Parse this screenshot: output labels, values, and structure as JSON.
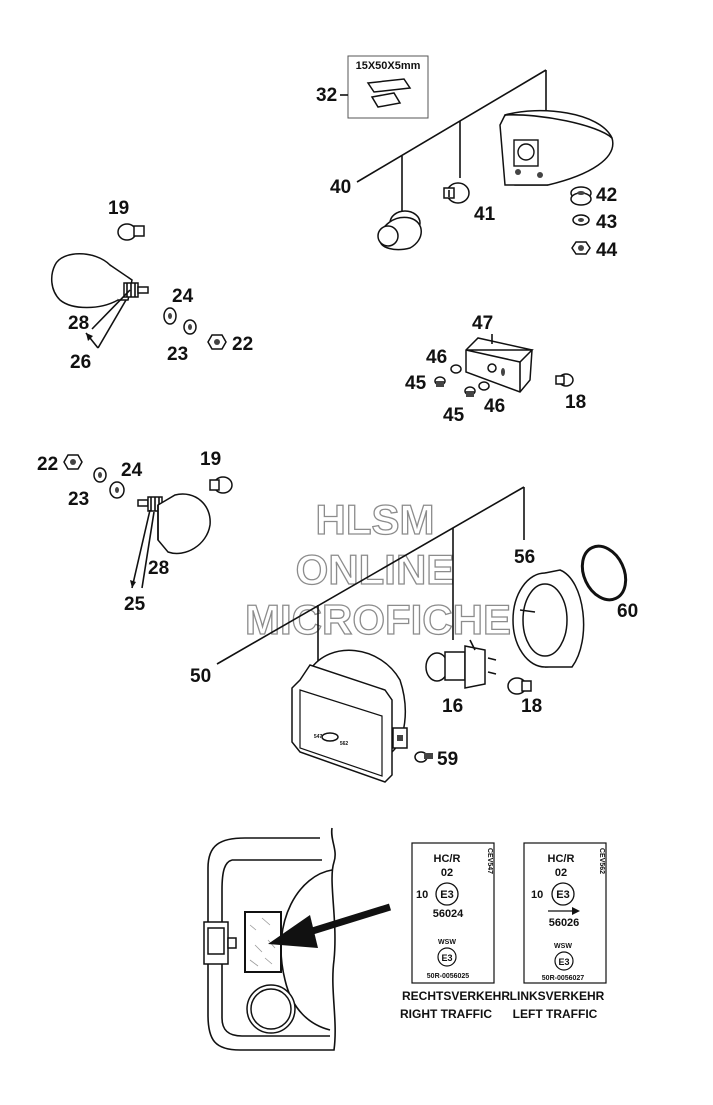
{
  "callouts": {
    "c32": "32",
    "c40": "40",
    "c41": "41",
    "c42": "42",
    "c43": "43",
    "c44": "44",
    "c19a": "19",
    "c24a": "24",
    "c28a": "28",
    "c26": "26",
    "c23a": "23",
    "c22a": "22",
    "c47": "47",
    "c46a": "46",
    "c45a": "45",
    "c45b": "45",
    "c46b": "46",
    "c18a": "18",
    "c22b": "22",
    "c24b": "24",
    "c19b": "19",
    "c23b": "23",
    "c28b": "28",
    "c25": "25",
    "c56": "56",
    "c60": "60",
    "c50": "50",
    "c16": "16",
    "c18b": "18",
    "c59": "59"
  },
  "pad_dims": "15X50X5mm",
  "watermark": {
    "line1": "HLSM",
    "line2": "ONLINE",
    "line3": "MICROFICHE"
  },
  "headlamp_markings": {
    "left": "547",
    "right": "562"
  },
  "labels": {
    "right": {
      "hcr": "HC/R",
      "code": "02",
      "cev": "CEV547",
      "ten": "10",
      "e3": "E3",
      "number": "56024",
      "wsw": "WSW",
      "e3b": "E3",
      "approval": "50R-0056025"
    },
    "left": {
      "hcr": "HC/R",
      "code": "02",
      "cev": "CEV562",
      "ten": "10",
      "e3": "E3",
      "number": "56026",
      "wsw": "WSW",
      "e3b": "E3",
      "approval": "50R-0056027"
    }
  },
  "captions": {
    "right_de": "RECHTSVERKEHR",
    "right_en": "RIGHT TRAFFIC",
    "left_de": "LINKSVERKEHR",
    "left_en": "LEFT TRAFFIC"
  }
}
